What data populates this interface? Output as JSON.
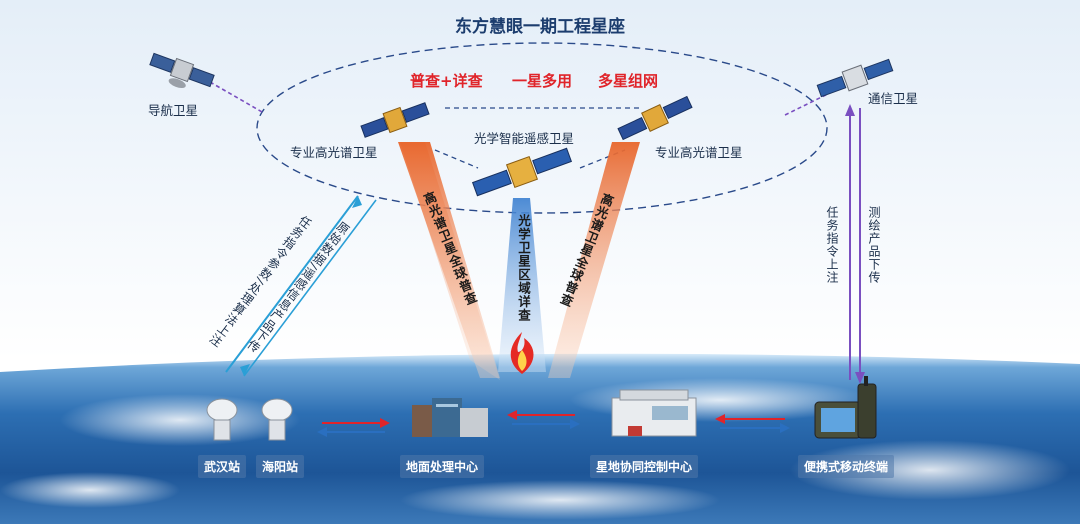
{
  "title": "东方慧眼一期工程星座",
  "slogans": [
    "普查+详查",
    "一星多用",
    "多星组网"
  ],
  "satellites": {
    "navigation": "导航卫星",
    "communication": "通信卫星",
    "hyperspectral_left": "专业高光谱卫星",
    "hyperspectral_right": "专业高光谱卫星",
    "optical": "光学智能遥感卫星"
  },
  "beams": {
    "left": "高光谱卫星全球普查",
    "center": "光学卫星区域详查",
    "right": "高光谱卫星全球普查"
  },
  "links": {
    "left_up": "任务指令参数/处理算法上注",
    "left_down": "原始数据/遥感信息产品下传",
    "right_up": "任务指令上注",
    "right_down": "测绘产品下传"
  },
  "ground": {
    "wuhan": "武汉站",
    "haiyang": "海阳站",
    "processing": "地面处理中心",
    "control": "星地协同控制中心",
    "mobile": "便携式移动终端"
  },
  "colors": {
    "title": "#1c3d6e",
    "slogan": "#e0242a",
    "beam": "#f07a3c",
    "uplink": "#2a9fd6",
    "downlink": "#7a4fc0"
  }
}
